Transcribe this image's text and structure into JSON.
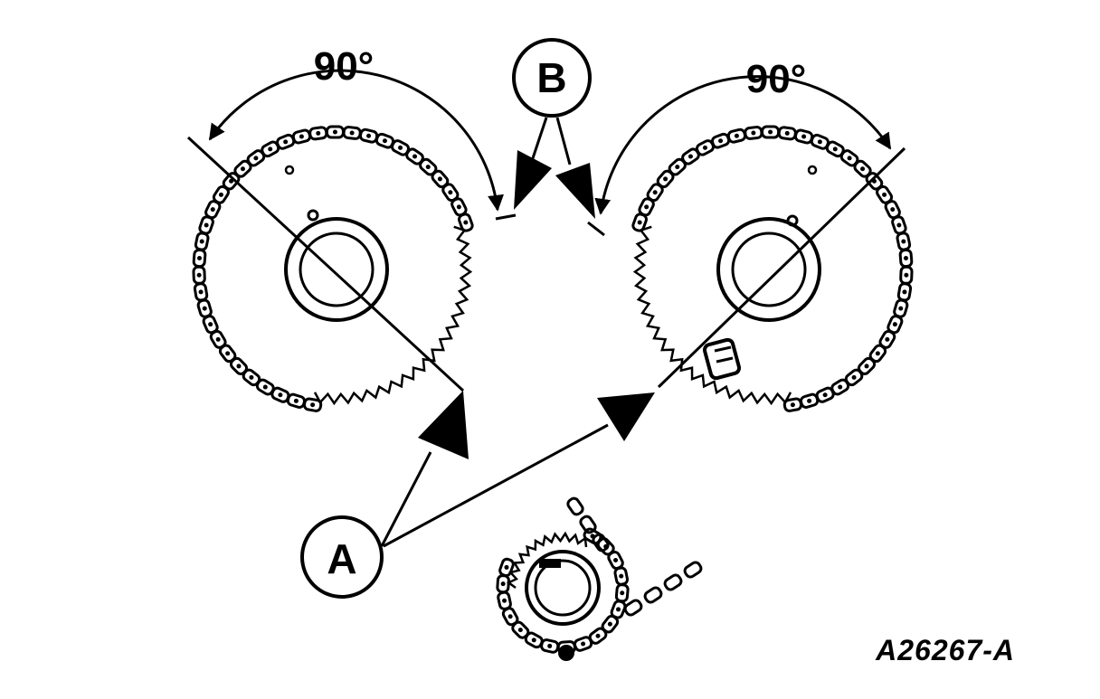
{
  "labels": {
    "angle_left": "90°",
    "angle_right": "90°",
    "callout_a": "A",
    "callout_b": "B",
    "figure_id": "A26267-A"
  },
  "colors": {
    "ink": "#000000",
    "paper": "#ffffff"
  }
}
